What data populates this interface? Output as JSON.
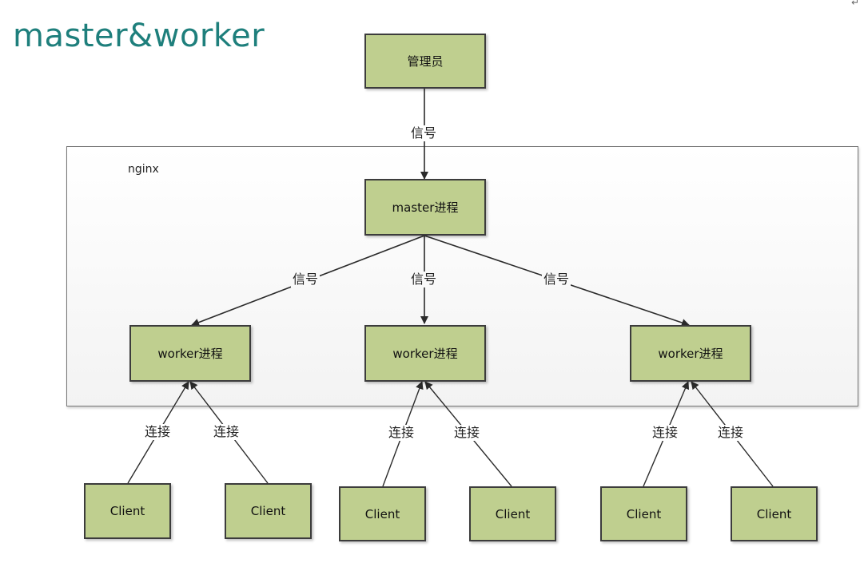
{
  "title": "master&worker",
  "corner_mark": "↵",
  "nginx": {
    "label": "nginx"
  },
  "nodes": {
    "admin": "管理员",
    "master": "master进程",
    "worker_1": "worker进程",
    "worker_2": "worker进程",
    "worker_3": "worker进程",
    "client_1": "Client",
    "client_2": "Client",
    "client_3": "Client",
    "client_4": "Client",
    "client_5": "Client",
    "client_6": "Client"
  },
  "edge_labels": {
    "admin_to_master": "信号",
    "master_to_worker_1": "信号",
    "master_to_worker_2": "信号",
    "master_to_worker_3": "信号",
    "client_1_to_worker_1": "连接",
    "client_2_to_worker_1": "连接",
    "client_3_to_worker_2": "连接",
    "client_4_to_worker_2": "连接",
    "client_5_to_worker_3": "连接",
    "client_6_to_worker_3": "连接"
  },
  "colors": {
    "box_fill": "#bfcf8f",
    "title": "#1e7f7c"
  }
}
